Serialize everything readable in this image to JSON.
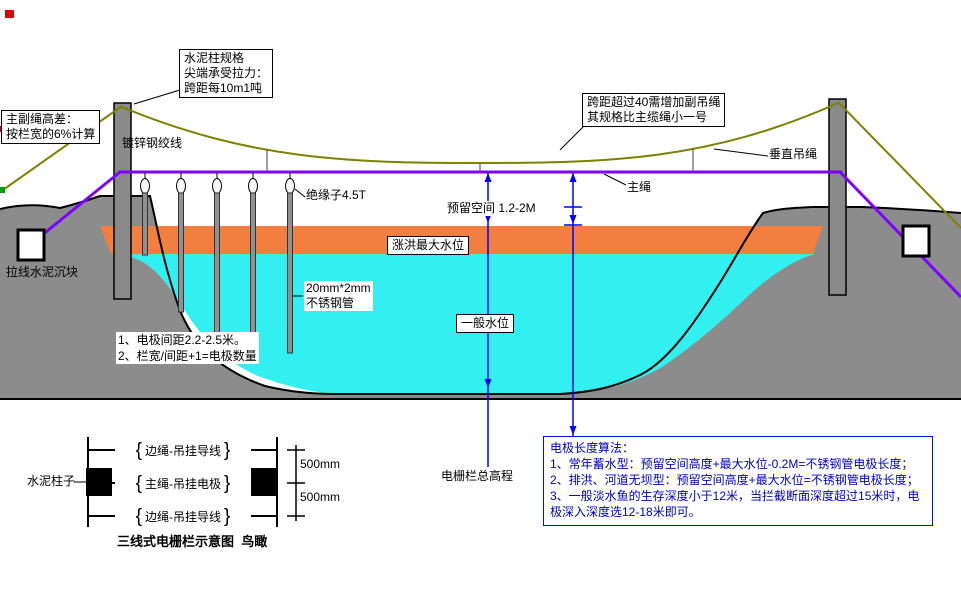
{
  "colors": {
    "terrain": "#8C8C8C",
    "water": "#33F0F0",
    "flood_band": "#F27E3F",
    "main_rope": "#8000FF",
    "suspension_cable": "#808000",
    "measure_line": "#0000FF",
    "algorithm_box_border": "#0010E0",
    "algorithm_box_text": "#0000C0"
  },
  "labels": {
    "pillar_spec": [
      "水泥柱规格",
      "尖端承受拉力：",
      "跨距每10m1吨"
    ],
    "rope_height_diff": [
      "主副绳高差：",
      "按栏宽的6%计算"
    ],
    "galvanized_wire": "镀锌钢绞线",
    "insulator": "绝缘子4.5T",
    "span_note": [
      "跨距超过40需增加副吊绳",
      "其规格比主缆绳小一号"
    ],
    "vertical_rope": "垂直吊绳",
    "main_rope": "主绳",
    "reserved_space": "预留空间 1.2-2M",
    "flood_level": "涨洪最大水位",
    "normal_level": "一般水位",
    "steel_tube": [
      "20mm*2mm",
      "不锈钢管"
    ],
    "anchor_block": "拉线水泥沉块",
    "electrode_notes": [
      "1、电极间距2.2-2.5米。",
      "2、栏宽/间距+1=电极数量"
    ],
    "fence_elevation": "电栅栏总高程"
  },
  "birdseye": {
    "pillar": "水泥柱子",
    "rows": [
      "边绳-吊挂导线",
      "主绳-吊挂电极",
      "边绳-吊挂导线"
    ],
    "spacing": [
      "500mm",
      "500mm"
    ],
    "brace_open": "{",
    "brace_close": "}",
    "caption": "三线式电栅栏示意图  鸟瞰"
  },
  "algorithm_box": {
    "title": "电极长度算法：",
    "items": [
      "1、常年蓄水型：预留空间高度+最大水位-0.2M=不锈钢管电极长度；",
      "2、排洪、河道无坝型：预留空间高度+最大水位=不锈钢管电极长度；",
      "3、一般淡水鱼的生存深度小于12米，当拦截断面深度超过15米时，电极深入深度选12-18米即可。"
    ]
  }
}
